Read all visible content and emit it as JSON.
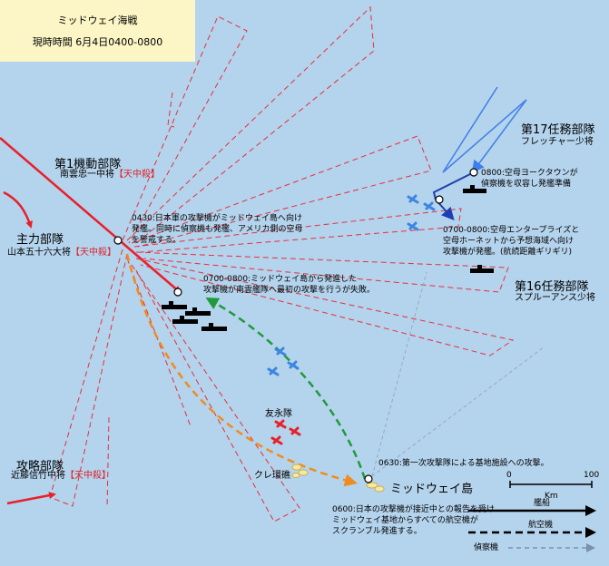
{
  "title": {
    "line1": "ミッドウェイ海戦",
    "line2": "現時時間 6月4日0400-0800"
  },
  "forces": {
    "kido_butai": {
      "name": "第1機動部隊",
      "commander": "南雲忠一中将",
      "note": "【天中殺】"
    },
    "main_body": {
      "name": "主力部隊",
      "commander": "山本五十六大将",
      "note": "【天中殺】"
    },
    "invasion": {
      "name": "攻略部隊",
      "commander": "近藤信竹中将",
      "note": "【天中殺】"
    },
    "tf17": {
      "name": "第17任務部隊",
      "commander": "フレッチャー少将"
    },
    "tf16": {
      "name": "第16任務部隊",
      "commander": "スプルーアンス少将"
    },
    "yuei": {
      "name": "友永隊"
    },
    "kure": {
      "name": "クレ環礁"
    },
    "midway": {
      "name": "ミッドウェイ島"
    }
  },
  "events": {
    "e0430": [
      "0430:日本軍の攻撃機がミッドウェイ島へ向け",
      "発艦。同時に偵察機も発艦、アメリカ側の空母",
      "を警戒する。"
    ],
    "e0700_jp": [
      "0700-0800:ミッドウェイ島から発進した",
      "攻撃機が南雲艦隊へ最初の攻撃を行うが失敗。"
    ],
    "e0800_yorktown": [
      "0800:空母ヨークタウンが",
      "偵察機を収容し発艦準備"
    ],
    "e0700_us": [
      "0700-0800:空母エンタープライズと",
      "空母ホーネットから予想海域へ向け",
      "攻撃機が発艦。(航続距離ギリギリ)"
    ],
    "e0630": [
      "0630:第一次攻撃隊による基地施設への攻撃。"
    ],
    "e0600": [
      "0600:日本の攻撃機が接近中との報告を受け",
      "ミッドウェイ基地からすべての航空機が",
      "スクランブル発進する。"
    ]
  },
  "scale": {
    "zero": "0",
    "max": "100",
    "unit": "Km"
  },
  "legend": {
    "ship": "艦船",
    "aircraft": "航空機",
    "scout": "偵察機"
  },
  "colors": {
    "ocean": "#b4d3ec",
    "title_bg": "#fcf6c6",
    "japan_red": "#e8202a",
    "us_blue": "#1f52d6",
    "attack_green": "#1f9a3a",
    "attack_orange": "#f08c1e",
    "scout_pink": "#e6303a",
    "plane_blue": "#3b86e0"
  }
}
